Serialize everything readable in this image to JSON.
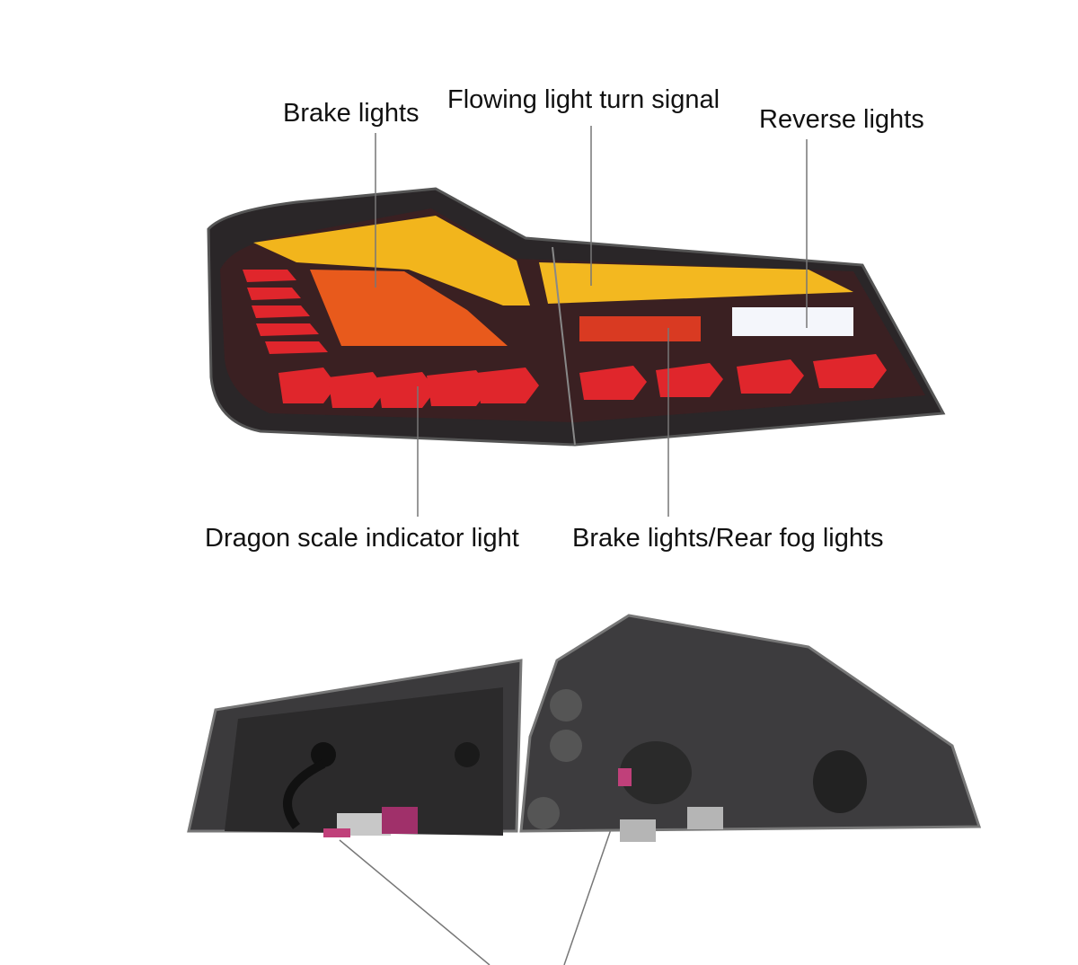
{
  "labels": {
    "brake_lights": "Brake lights",
    "flowing_turn_signal": "Flowing light turn signal",
    "reverse_lights": "Reverse lights",
    "dragon_scale": "Dragon scale indicator light",
    "brake_fog": "Brake lights/Rear fog lights"
  },
  "colors": {
    "housing": "#2a2628",
    "amber": "#f2b51c",
    "red": "#e0262c",
    "reverse": "#f4f6fb",
    "leader": "#777777"
  }
}
